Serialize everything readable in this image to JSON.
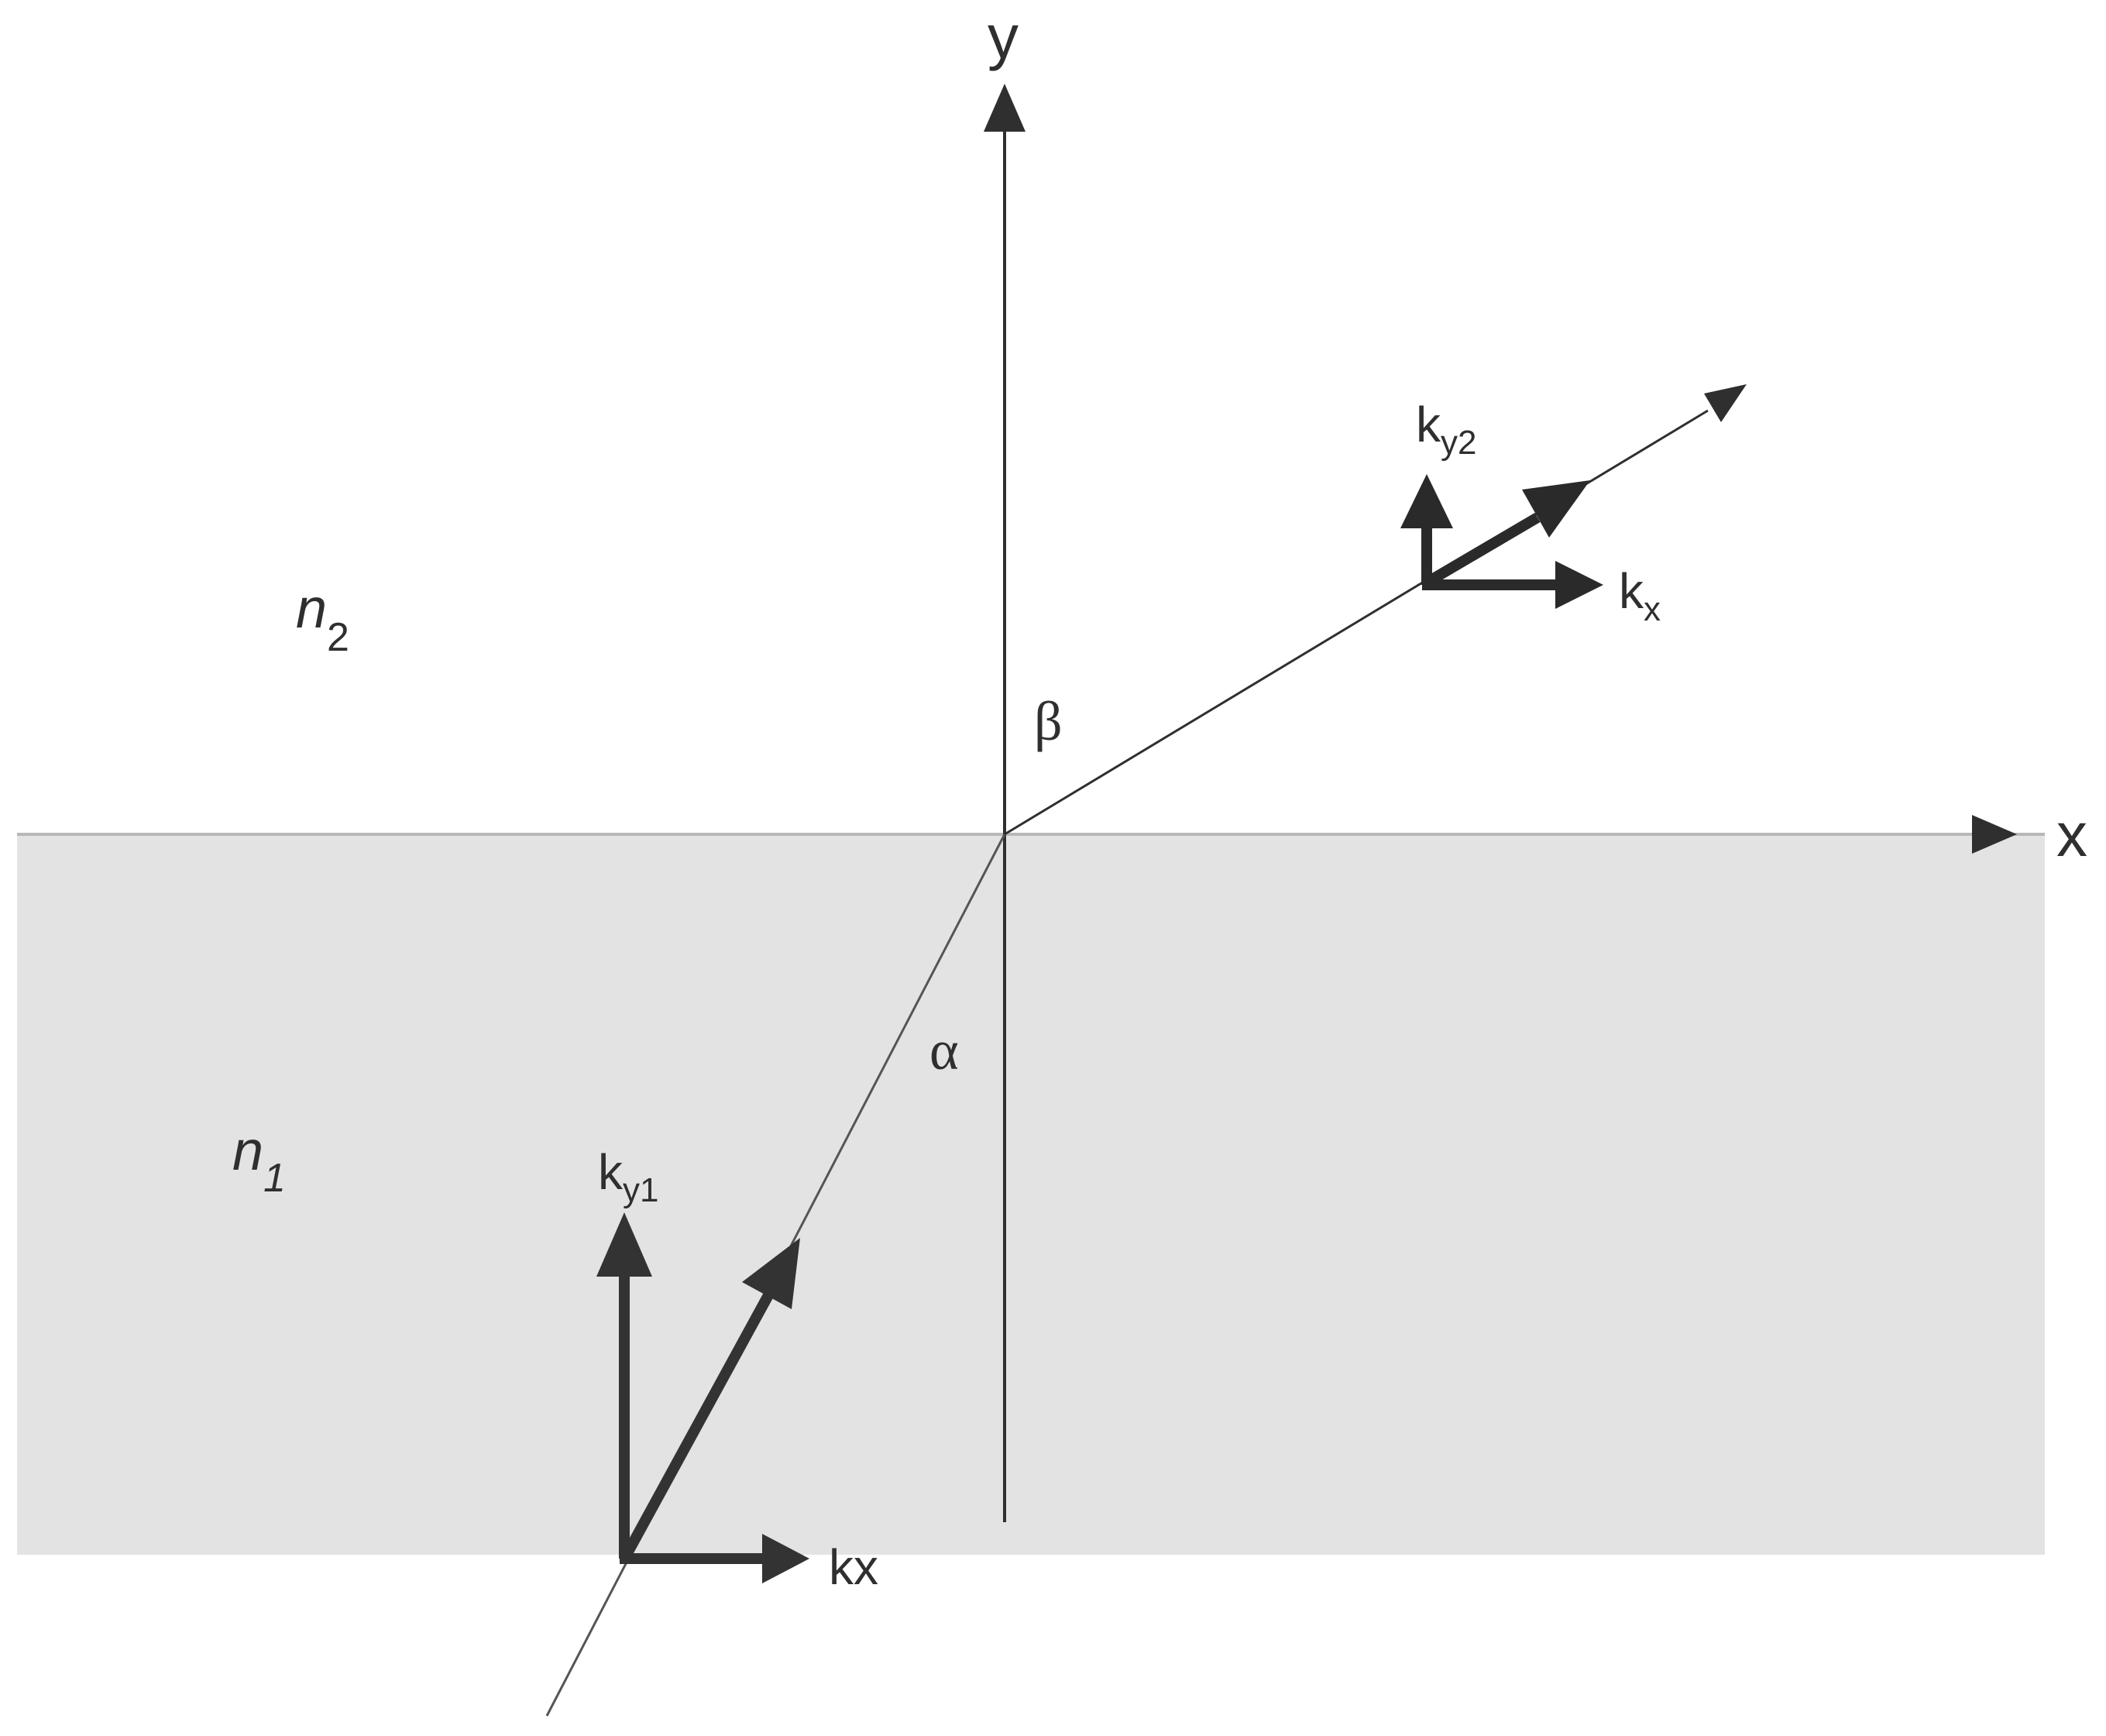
{
  "diagram": {
    "labels": {
      "y_axis": "y",
      "x_axis": "x",
      "medium_upper": "n",
      "medium_upper_sub": "2",
      "medium_lower": "n",
      "medium_lower_sub": "1",
      "angle_refracted": "β",
      "angle_incident": "α",
      "ky1": "k",
      "ky1_sub": "y1",
      "kx_lower": "kx",
      "ky2": "k",
      "ky2_sub": "y2",
      "kx_upper": "k",
      "kx_upper_sub": "x"
    },
    "colors": {
      "lower_medium": "#e3e3e3",
      "line": "#2f2f2f",
      "vector": "#333333"
    }
  }
}
